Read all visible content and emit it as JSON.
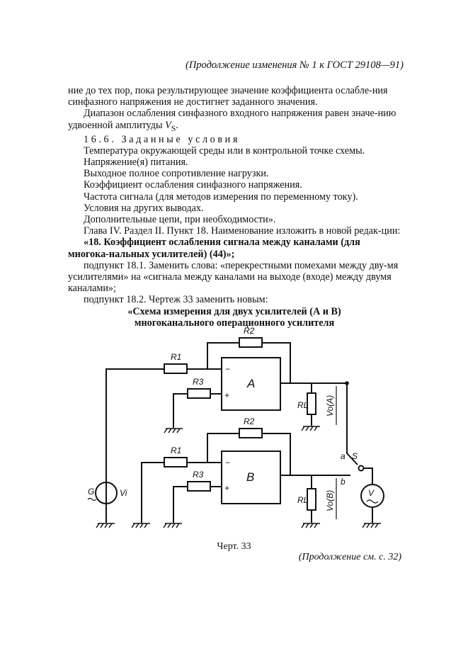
{
  "header": "(Продолжение изменения № 1 к ГОСТ  29108—91)",
  "paragraphs": {
    "p1": "ние до тех пор, пока результирующее значение коэффициента ослабле-ния синфазного напряжения не достигнет заданного значения.",
    "p2_a": "Диапазон ослабления синфазного входного напряжения равен значе-нию удвоенной амплитуды ",
    "p2_v": "V",
    "p2_sub": "S",
    "p2_end": ".",
    "p3": "16.6. Заданные условия",
    "p4": "Температура окружающей среды или в контрольной точке схемы.",
    "p5": "Напряжение(я) питания.",
    "p6": "Выходное полное сопротивление нагрузки.",
    "p7": "Коэффициент ослабления синфазного напряжения.",
    "p8": "Частота сигнала (для методов измерения по переменному току).",
    "p9": "Условия на других выводах.",
    "p10": "Дополнительные цепи, при необходимости».",
    "p11": "Глава IV. Раздел II. Пункт 18. Наименование изложить в новой редак-ции:",
    "p12": "«18. Коэффициент ослабления сигнала между каналами (для многока-нальных усилителей) (44)»;",
    "p13": "подпункт 18.1. Заменить слова: «перекрестными помехами между дву-мя усилителями» на «сигнала между каналами на выходе (входе) между двумя каналами»;",
    "p14": "подпункт 18.2. Чертеж 33 заменить новым:",
    "p15": "«Схема измерения для двух усилителей (А и В) многоканального операционного усилителя"
  },
  "diagram": {
    "r1_top": "R1",
    "r2_top": "R2",
    "r3_top": "R3",
    "r1_bot": "R1",
    "r2_bot": "R2",
    "r3_bot": "R3",
    "amp_a": "A",
    "amp_b": "B",
    "rl_a": "RL",
    "rl_b": "RL",
    "vo_a": "Vo(A)",
    "vo_b": "Vo(B)",
    "sw_a": "a",
    "sw_b": "b",
    "sw_s": "S",
    "gen": "G",
    "vi": "Vi",
    "minus": "−",
    "plus": "+"
  },
  "caption": "Черт. 33",
  "footer": "(Продолжение см. с. 32)"
}
